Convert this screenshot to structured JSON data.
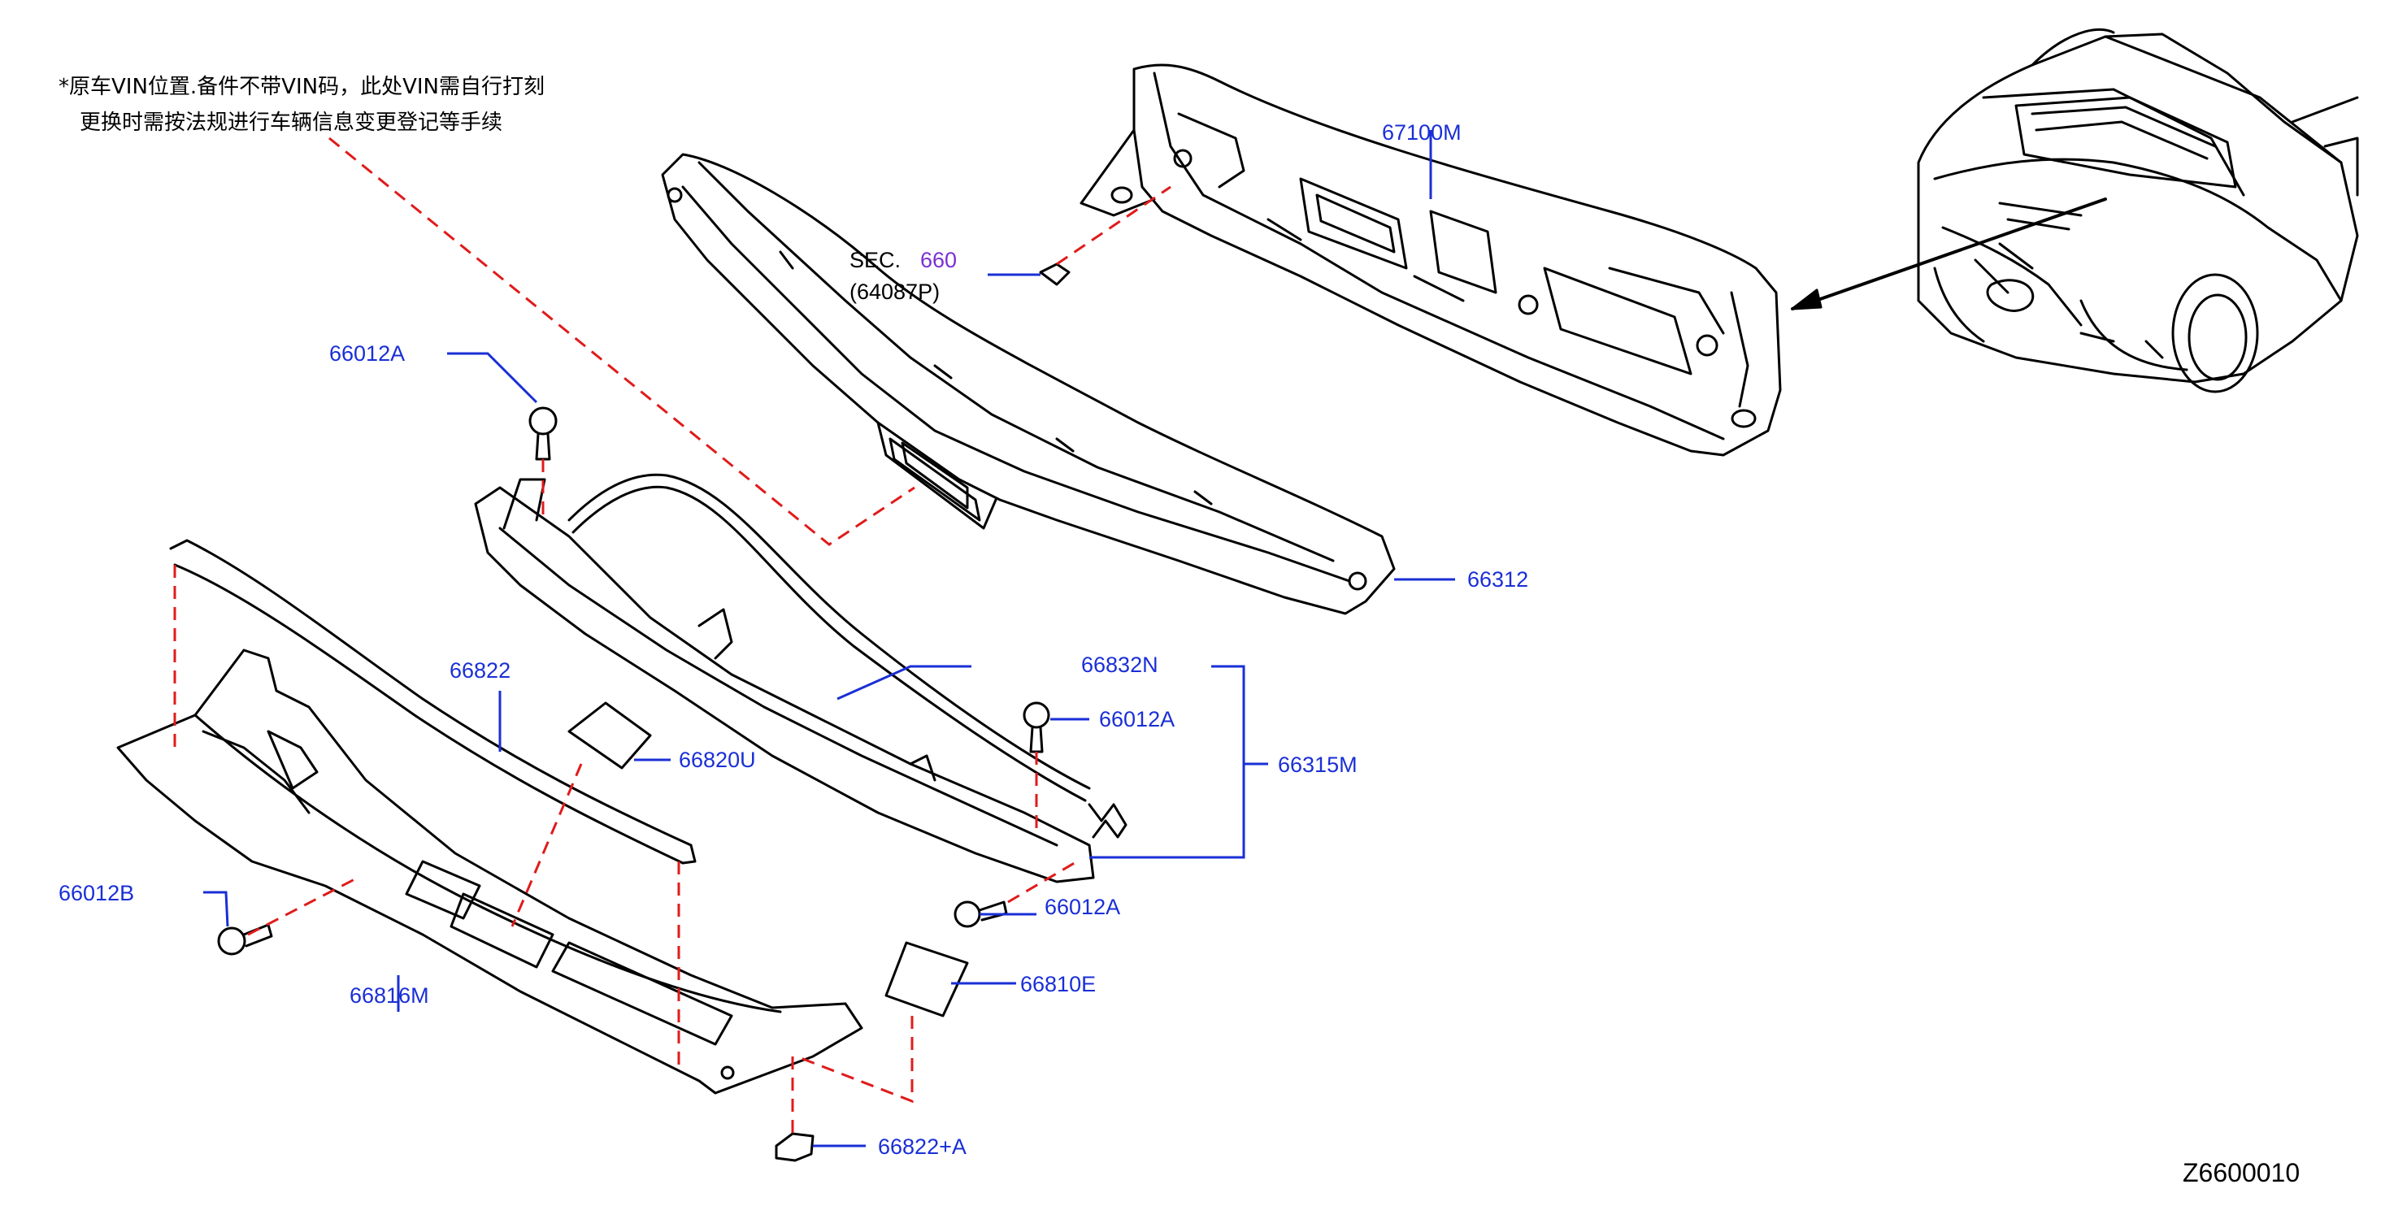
{
  "note": {
    "line1": "*原车VIN位置.备件不带VIN码，此处VIN需自行打刻",
    "line2": "更换时需按法规进行车辆信息变更登记等手续"
  },
  "section_ref": {
    "prefix": "SEC.",
    "number": "660",
    "sub": "(64087P)"
  },
  "parts": {
    "p67100M": "67100M",
    "p66012A_top": "66012A",
    "p66312": "66312",
    "p66832N": "66832N",
    "p66012A_mid": "66012A",
    "p66315M": "66315M",
    "p66822": "66822",
    "p66820U": "66820U",
    "p66012B": "66012B",
    "p66816M": "66816M",
    "p66012A_low": "66012A",
    "p66810E": "66810E",
    "p66822A": "66822+A"
  },
  "diagram_id": "Z6600010",
  "colors": {
    "leader": "#1a2fd6",
    "dashed": "#e01b1b",
    "line": "#000000"
  }
}
